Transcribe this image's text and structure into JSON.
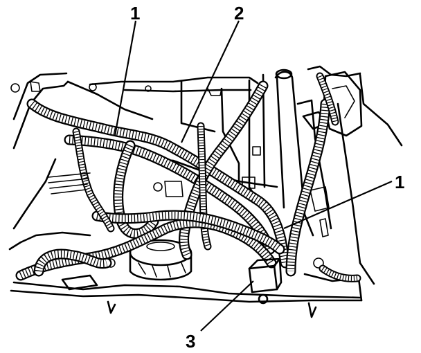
{
  "callouts": [
    {
      "id": "callout-1-top",
      "text": "1"
    },
    {
      "id": "callout-2",
      "text": "2"
    },
    {
      "id": "callout-1-right",
      "text": "1"
    },
    {
      "id": "callout-3",
      "text": "3"
    }
  ],
  "colors": {
    "line": "#000000",
    "background": "#ffffff"
  },
  "icons": [
    "harness-conduit",
    "connector-block",
    "bolt-fastener"
  ]
}
